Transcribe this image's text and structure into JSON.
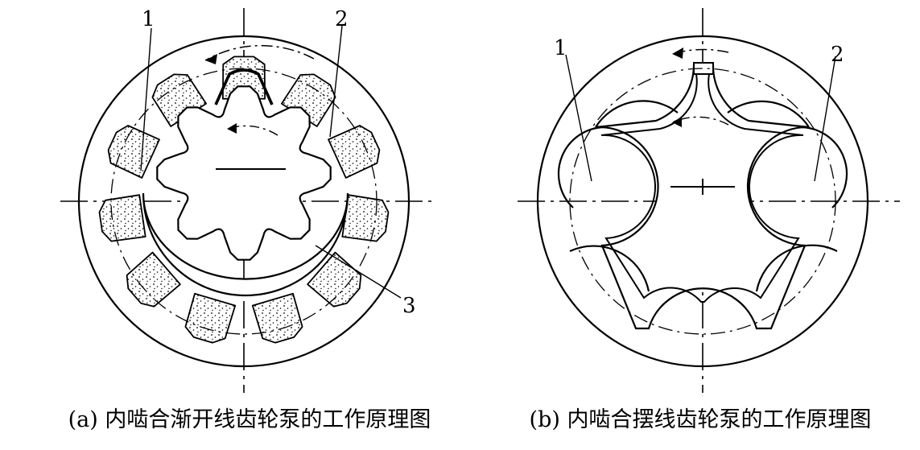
{
  "captions": {
    "a": "(a) 内啮合渐开线齿轮泵的工作原理图",
    "b": "(b) 内啮合摆线齿轮泵的工作原理图"
  },
  "diagram_a": {
    "labels": {
      "one": "1",
      "two": "2",
      "three": "3"
    }
  },
  "diagram_b": {
    "labels": {
      "one": "1",
      "two": "2"
    }
  },
  "colors": {
    "ink": "#000000",
    "background": "#ffffff"
  }
}
